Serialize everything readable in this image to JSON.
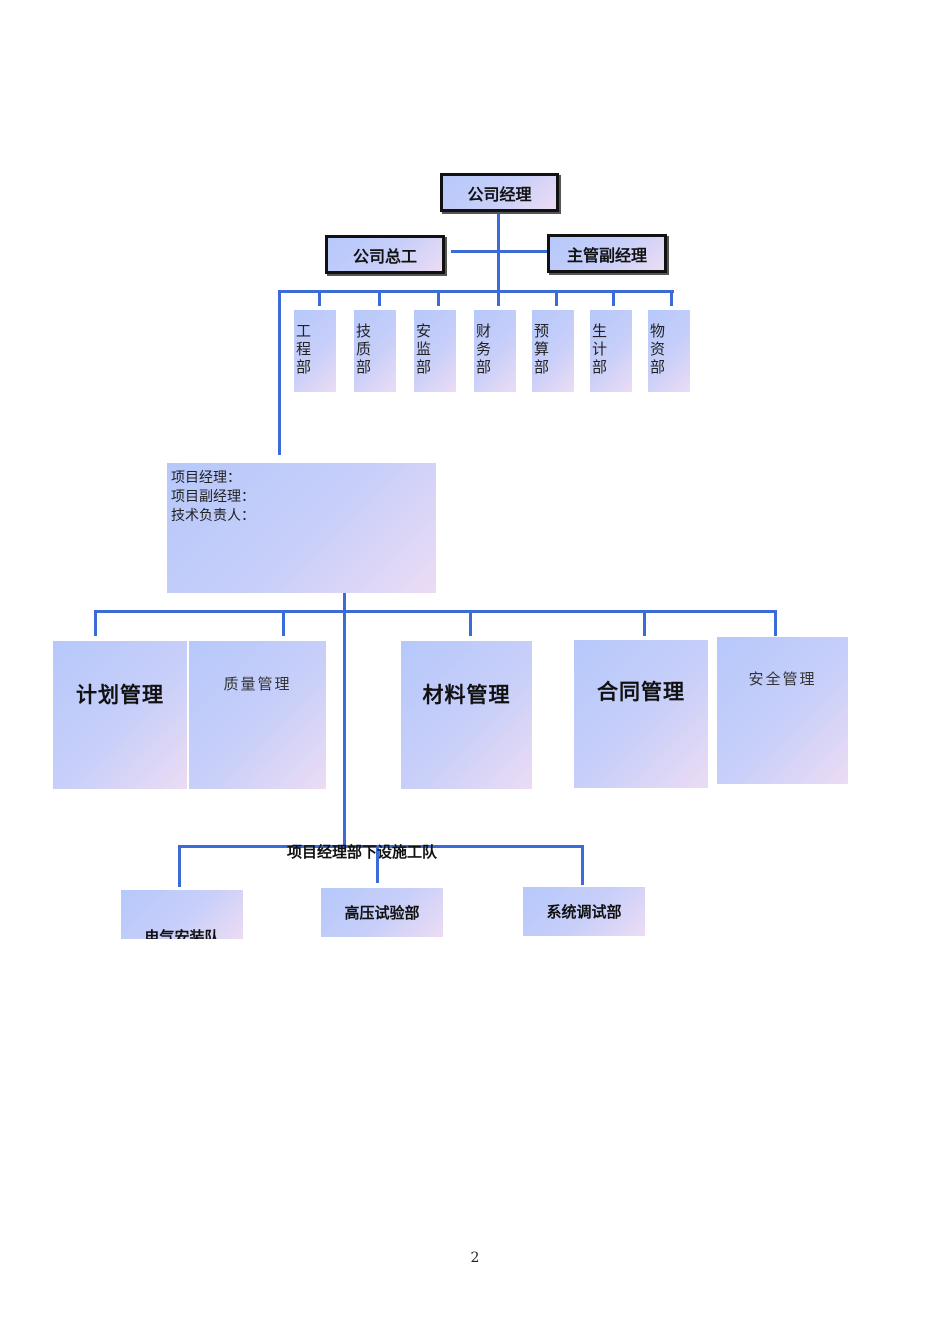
{
  "top": {
    "company_manager": "公司经理",
    "chief_engineer": "公司总工",
    "deputy_manager": "主管副经理"
  },
  "departments": [
    "工\n程\n部",
    "技\n质\n部",
    "安\n监\n部",
    "财\n务\n部",
    "预\n算\n部",
    "生\n计\n部",
    "物\n资\n部"
  ],
  "project_office": {
    "line1": "项目经理：",
    "line2": "项目副经理：",
    "line3": "技术负责人："
  },
  "functions": {
    "plan": "计划管理",
    "quality": "质量管理",
    "material": "材料管理",
    "contract": "合同管理",
    "safety": "安全管理"
  },
  "teams": {
    "caption": "项目经理部下设施工队",
    "electrical": "电气安装队",
    "hv_test": "高压试验部",
    "commissioning": "系统调试部"
  },
  "page_number": "2"
}
